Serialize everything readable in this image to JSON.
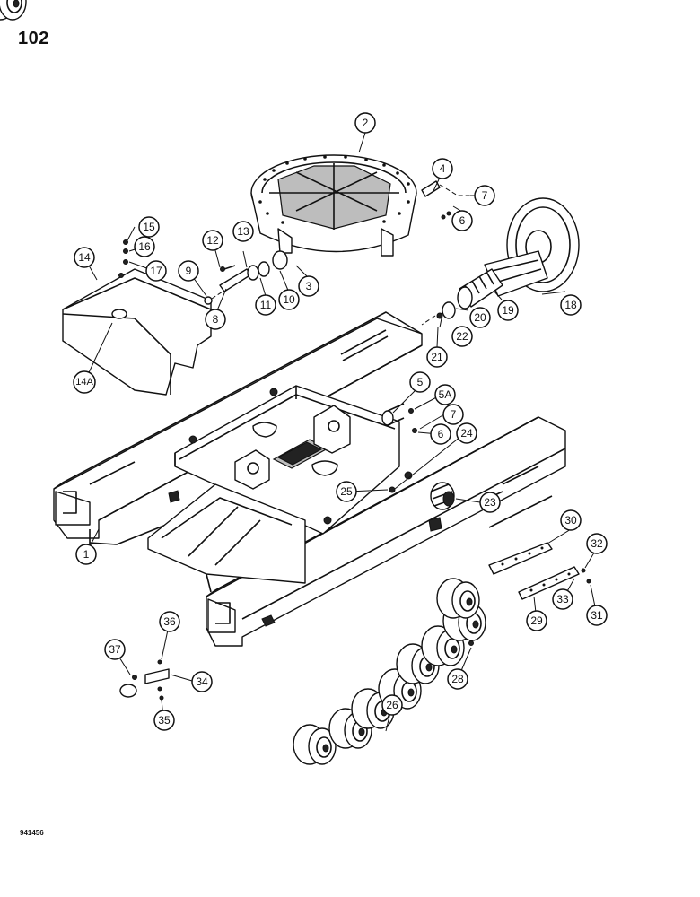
{
  "page": {
    "number": "102",
    "drawing_code": "941456"
  },
  "callouts": [
    {
      "id": "c1",
      "label": "1"
    },
    {
      "id": "c2",
      "label": "2"
    },
    {
      "id": "c3",
      "label": "3"
    },
    {
      "id": "c4",
      "label": "4"
    },
    {
      "id": "c5",
      "label": "5"
    },
    {
      "id": "c5a",
      "label": "5A"
    },
    {
      "id": "c6a",
      "label": "6"
    },
    {
      "id": "c6b",
      "label": "6"
    },
    {
      "id": "c7a",
      "label": "7"
    },
    {
      "id": "c7b",
      "label": "7"
    },
    {
      "id": "c8",
      "label": "8"
    },
    {
      "id": "c9",
      "label": "9"
    },
    {
      "id": "c10",
      "label": "10"
    },
    {
      "id": "c11",
      "label": "11"
    },
    {
      "id": "c12",
      "label": "12"
    },
    {
      "id": "c13",
      "label": "13"
    },
    {
      "id": "c14",
      "label": "14"
    },
    {
      "id": "c14a",
      "label": "14A"
    },
    {
      "id": "c15",
      "label": "15"
    },
    {
      "id": "c16",
      "label": "16"
    },
    {
      "id": "c17",
      "label": "17"
    },
    {
      "id": "c18",
      "label": "18"
    },
    {
      "id": "c19",
      "label": "19"
    },
    {
      "id": "c20",
      "label": "20"
    },
    {
      "id": "c21",
      "label": "21"
    },
    {
      "id": "c22",
      "label": "22"
    },
    {
      "id": "c23",
      "label": "23"
    },
    {
      "id": "c24",
      "label": "24"
    },
    {
      "id": "c25",
      "label": "25"
    },
    {
      "id": "c26",
      "label": "26"
    },
    {
      "id": "c28",
      "label": "28"
    },
    {
      "id": "c29",
      "label": "29"
    },
    {
      "id": "c30",
      "label": "30"
    },
    {
      "id": "c31",
      "label": "31"
    },
    {
      "id": "c32",
      "label": "32"
    },
    {
      "id": "c33",
      "label": "33"
    },
    {
      "id": "c34",
      "label": "34"
    },
    {
      "id": "c35",
      "label": "35"
    },
    {
      "id": "c36",
      "label": "36"
    },
    {
      "id": "c37",
      "label": "37"
    }
  ]
}
